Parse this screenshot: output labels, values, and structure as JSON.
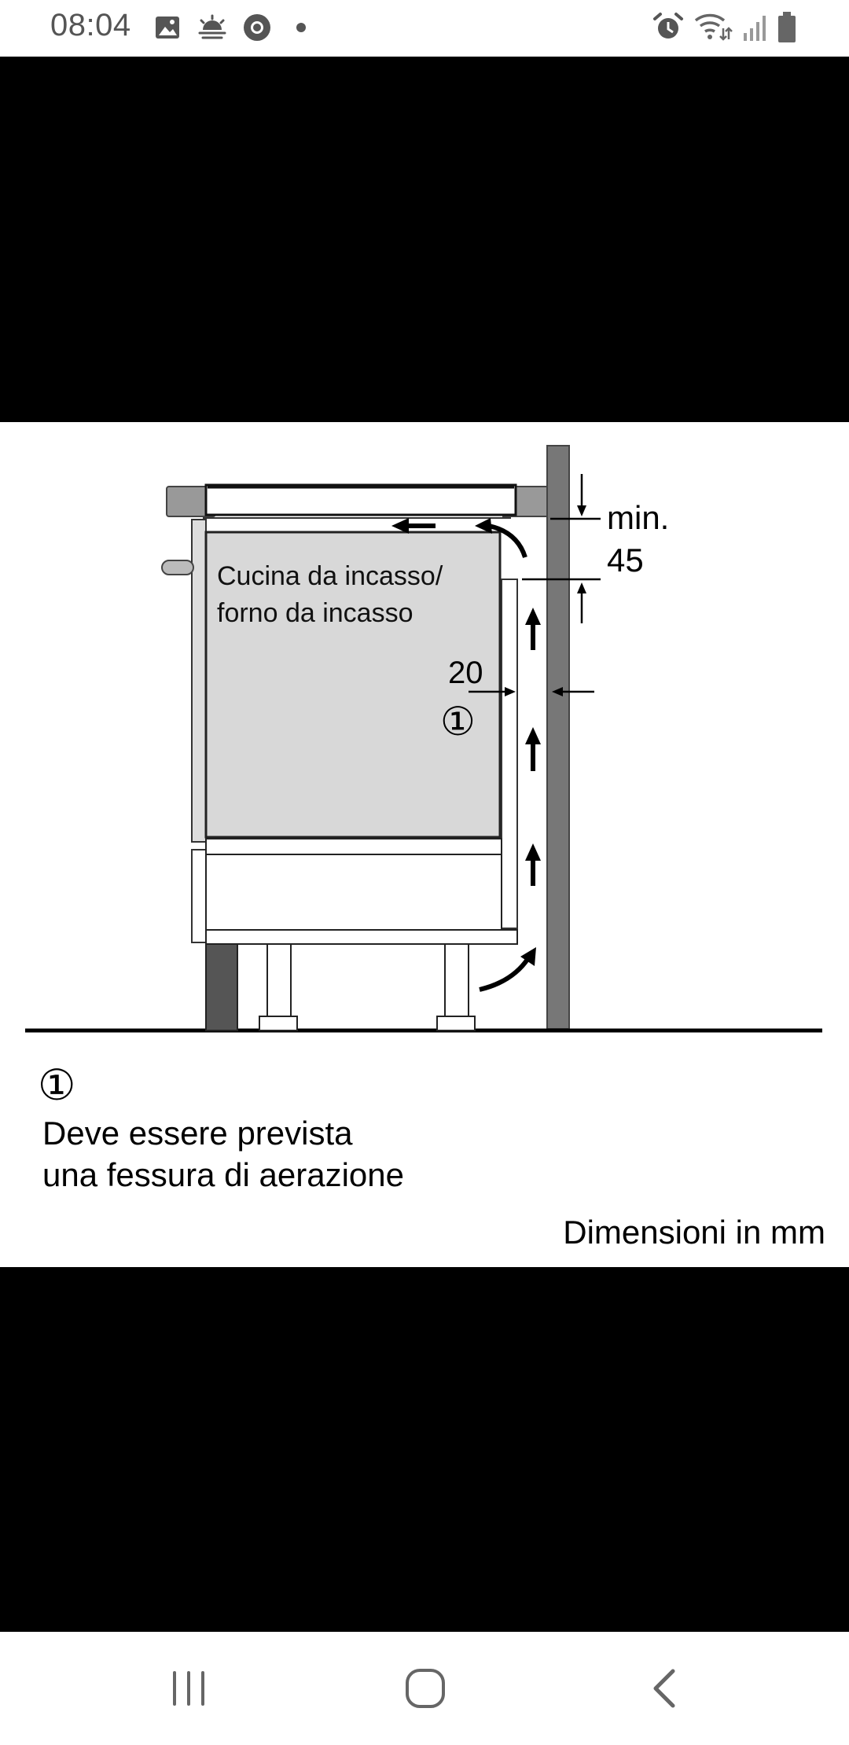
{
  "status_bar": {
    "time": "08:04",
    "left_icons": [
      "gallery-icon",
      "weather-icon",
      "chrome-icon",
      "dot-icon"
    ],
    "right_icons": [
      "alarm-icon",
      "wifi-icon",
      "signal-icon",
      "battery-icon"
    ]
  },
  "diagram": {
    "appliance_label_line1": "Cucina da incasso/",
    "appliance_label_line2": "forno da incasso",
    "gap_value": "20",
    "gap_marker": "①",
    "min_label": "min.",
    "min_value": "45",
    "legend_marker": "①",
    "legend_line1": "Deve essere prevista",
    "legend_line2": "una fessura di aerazione",
    "units_note": "Dimensioni in mm"
  },
  "nav_bar": {
    "buttons": [
      "recent-apps",
      "home",
      "back"
    ]
  }
}
